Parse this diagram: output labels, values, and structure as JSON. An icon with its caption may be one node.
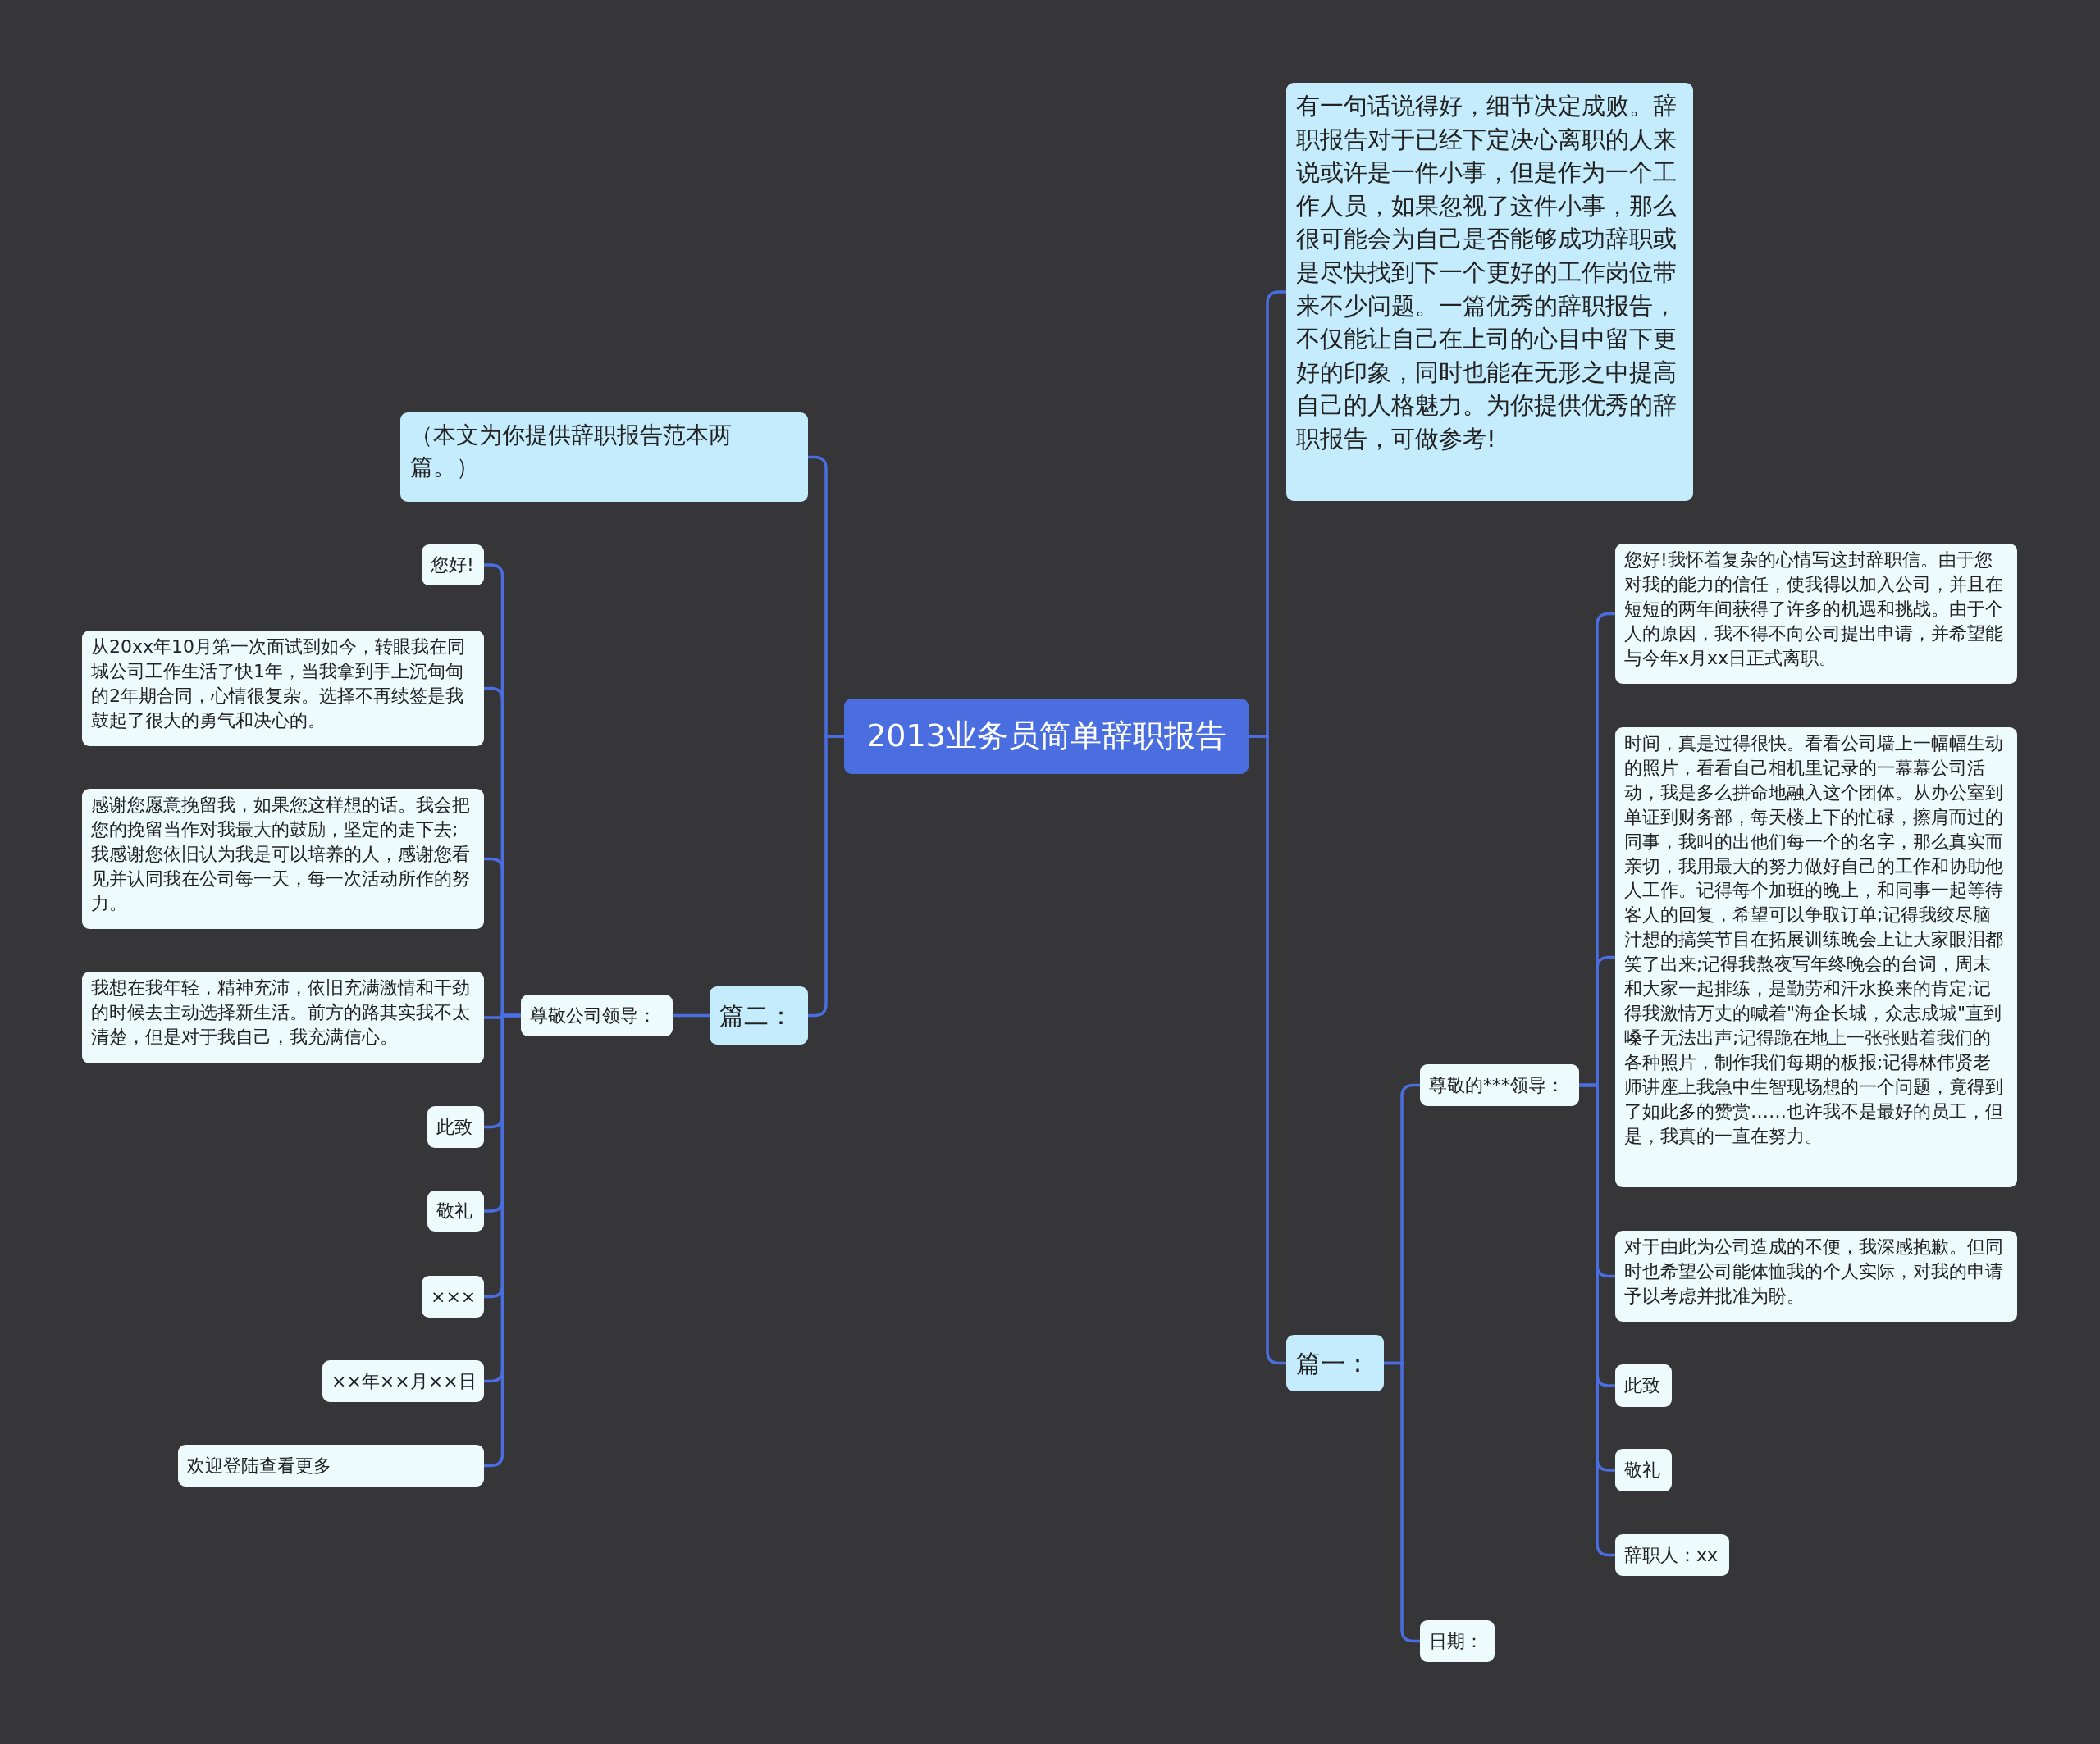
{
  "diagram": {
    "nodes": [
      {
        "text": [
          "2013业务员简单辞职报告"
        ]
      },
      {
        "text": [
          "（本文为你提供辞职报告范本两篇。）"
        ]
      },
      {
        "text": [
          "篇二："
        ]
      },
      {
        "text": [
          "尊敬公司领导："
        ]
      },
      {
        "text": [
          "您好!"
        ]
      },
      {
        "text": [
          "从20xx年10月第一次面试到如今，转眼我在同城公司工作生活了快1年，当我拿到手上沉甸甸的2年期合同，心情很复杂。选择不再续签是我鼓起了很大的勇气和决心的。"
        ]
      },
      {
        "text": [
          "感谢您愿意挽留我，如果您这样想的话。我会把您的挽留当作对我最大的鼓励，坚定的走下去;我感谢您依旧认为我是可以培养的人，感谢您看见并认同我在公司每一天，每一次活动所作的努力。"
        ]
      },
      {
        "text": [
          "我想在我年轻，精神充沛，依旧充满激情和干劲的时候去主动选择新生活。前方的路其实我不太清楚，但是对于我自己，我充满信心。"
        ]
      },
      {
        "text": [
          "此致"
        ]
      },
      {
        "text": [
          "敬礼"
        ]
      },
      {
        "text": [
          "×××"
        ]
      },
      {
        "text": [
          "××年××月××日"
        ]
      },
      {
        "text": [
          "欢迎登陆查看更多"
        ]
      },
      {
        "text": [
          "有一句话说得好，细节决定成败。辞职报告对于已经下定决心离职的人来说或许是一件小事，但是作为一个工作人员，如果忽视了这件小事，那么很可能会为自己是否能够成功辞职或是尽快找到下一个更好的工作岗位带来不少问题。一篇优秀的辞职报告，不仅能让自己在上司的心目中留下更好的印象，同时也能在无形之中提高自己的人格魅力。为你提供优秀的辞职报告，可做参考!"
        ]
      },
      {
        "text": [
          "篇一："
        ]
      },
      {
        "text": [
          "尊敬的***领导："
        ]
      },
      {
        "text": [
          "您好!我怀着复杂的心情写这封辞职信。由于您对我的能力的信任，使我得以加入公司，并且在短短的两年间获得了许多的机遇和挑战。由于个人的原因，我不得不向公司提出申请，并希望能与今年x月xx日正式离职。"
        ]
      },
      {
        "text": [
          "时间，真是过得很快。看看公司墙上一幅幅生动的照片，看看自己相机里记录的一幕幕公司活动，我是多么拼命地融入这个团体。从办公室到单证到财务部，每天楼上下的忙碌，擦肩而过的同事，我叫的出他们每一个的名字，那么真实而亲切，我用最大的努力做好自己的工作和协助他人工作。记得每个加班的晚上，和同事一起等待客人的回复，希望可以争取订单;记得我绞尽脑汁想的搞笑节目在拓展训练晚会上让大家眼泪都笑了出来;记得我熬夜写年终晚会的台词，周末和大家一起排练，是勤劳和汗水换来的肯定;记得我激情万丈的喊着\"海企长城，众志成城\"直到嗓子无法出声;记得跪在地上一张张贴着我们的各种照片，制作我们每期的板报;记得林伟贤老师讲座上我急中生智现场想的一个问题，竟得到了如此多的赞赏……也许我不是最好的员工，但是，我真的一直在努力。"
        ]
      },
      {
        "text": [
          "对于由此为公司造成的不便，我深感抱歉。但同时也希望公司能体恤我的个人实际，对我的申请予以考虑并批准为盼。"
        ]
      },
      {
        "text": [
          "此致"
        ]
      },
      {
        "text": [
          "敬礼"
        ]
      },
      {
        "text": [
          "辞职人：xx"
        ]
      },
      {
        "text": [
          "日期："
        ]
      }
    ],
    "edges": [
      {
        "from": 0,
        "to": 1,
        "arrow": "none"
      },
      {
        "from": 0,
        "to": 2,
        "arrow": "none"
      },
      {
        "from": 2,
        "to": 3,
        "arrow": "none"
      },
      {
        "from": 3,
        "to": 4,
        "arrow": "none"
      },
      {
        "from": 3,
        "to": 5,
        "arrow": "none"
      },
      {
        "from": 3,
        "to": 6,
        "arrow": "none"
      },
      {
        "from": 3,
        "to": 7,
        "arrow": "none"
      },
      {
        "from": 3,
        "to": 8,
        "arrow": "none"
      },
      {
        "from": 3,
        "to": 9,
        "arrow": "none"
      },
      {
        "from": 3,
        "to": 10,
        "arrow": "none"
      },
      {
        "from": 3,
        "to": 11,
        "arrow": "none"
      },
      {
        "from": 3,
        "to": 12,
        "arrow": "none"
      },
      {
        "from": 0,
        "to": 13,
        "arrow": "none"
      },
      {
        "from": 0,
        "to": 14,
        "arrow": "none"
      },
      {
        "from": 14,
        "to": 15,
        "arrow": "none"
      },
      {
        "from": 15,
        "to": 16,
        "arrow": "none"
      },
      {
        "from": 15,
        "to": 17,
        "arrow": "none"
      },
      {
        "from": 15,
        "to": 18,
        "arrow": "none"
      },
      {
        "from": 15,
        "to": 19,
        "arrow": "none"
      },
      {
        "from": 15,
        "to": 20,
        "arrow": "none"
      },
      {
        "from": 15,
        "to": 21,
        "arrow": "none"
      },
      {
        "from": 14,
        "to": 22,
        "arrow": "none"
      }
    ]
  }
}
